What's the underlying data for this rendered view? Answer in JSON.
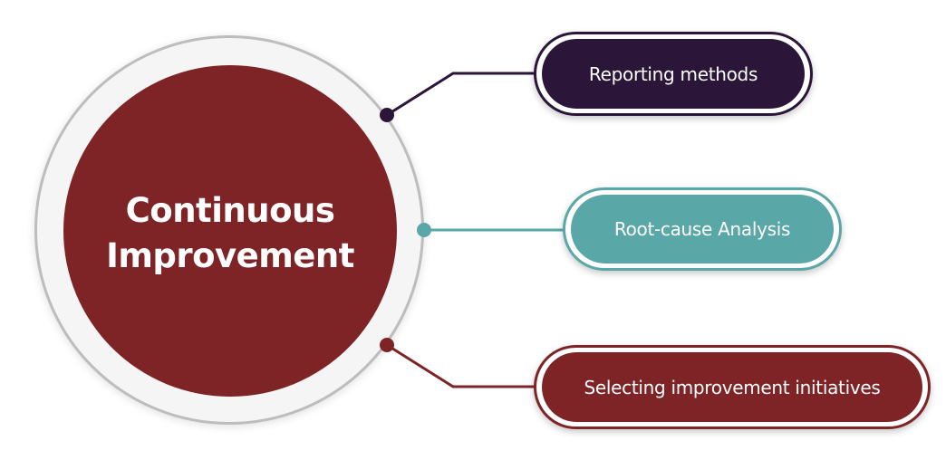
{
  "hub": {
    "title": "Continuous Improvement",
    "color": "#7e2426"
  },
  "branches": [
    {
      "label": "Reporting methods",
      "color": "#2b1538"
    },
    {
      "label": "Root-cause Analysis",
      "color": "#5aa7a8"
    },
    {
      "label": "Selecting improvement initiatives",
      "color": "#7e2426"
    }
  ]
}
